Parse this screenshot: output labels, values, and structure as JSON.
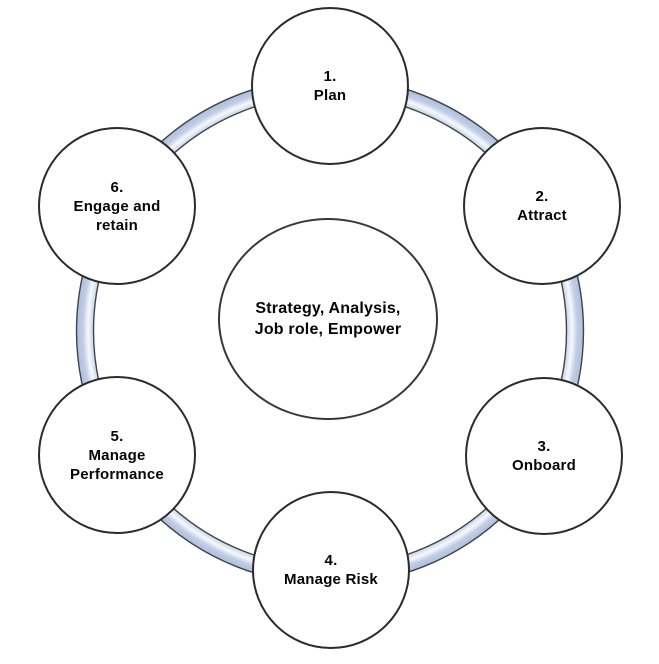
{
  "diagram": {
    "type": "cycle",
    "center": {
      "label": "Strategy, Analysis,\nJob role, Empower"
    },
    "nodes": [
      {
        "label": "1.\nPlan"
      },
      {
        "label": "2.\nAttract"
      },
      {
        "label": "3.\nOnboard"
      },
      {
        "label": "4.\nManage Risk"
      },
      {
        "label": "5.\nManage\nPerformance"
      },
      {
        "label": "6.\nEngage and\nretain"
      }
    ],
    "colors": {
      "ring_fill": "#c1cde5",
      "ring_highlight": "#f6f9fd",
      "ring_shade": "#aebfdb",
      "ring_edge": "#3f444c",
      "node_border": "#2b2b2b",
      "center_border": "#383838",
      "text": "#050505",
      "background": "#ffffff"
    }
  }
}
